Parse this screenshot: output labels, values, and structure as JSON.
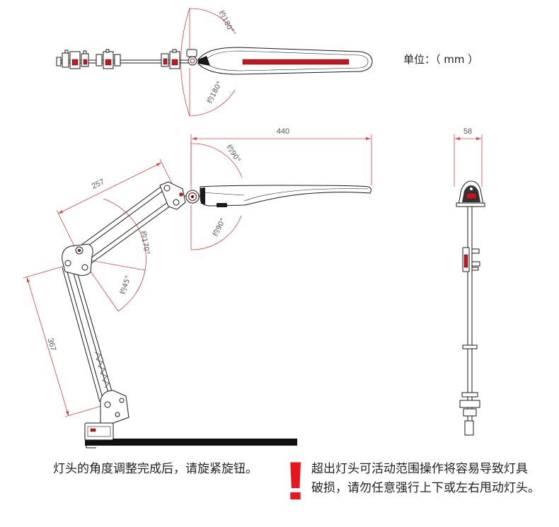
{
  "unit_label": "单位：（ mm ）",
  "top_view": {
    "angle_upper": "约180°",
    "angle_lower": "约180°"
  },
  "side_view": {
    "head_length_dim": "440",
    "upper_arm_dim": "257",
    "lower_arm_dim": "367",
    "head_angle_upper": "约90°",
    "head_angle_lower": "约90°",
    "arm_angle_large": "约170°",
    "arm_angle_small": "约45°"
  },
  "front_view": {
    "head_width_dim": "58"
  },
  "notes": {
    "adjust_tip": "灯头的角度调整完成后，请旋紧旋钮。",
    "warning_mark": "!",
    "warning_line_1": "超出灯头可活动范围操作将容易导致灯具",
    "warning_line_2": "破损，请勿任意强行上下或左右甩动灯头。"
  },
  "colors": {
    "line": "#1a1a1a",
    "dimension": "#e0403f",
    "accent": "#c8141e",
    "warning": "#e8141e",
    "table": "#111111"
  }
}
